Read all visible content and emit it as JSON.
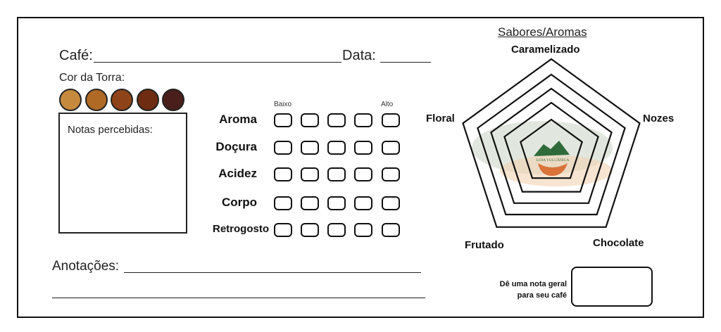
{
  "header": {
    "cafe_label": "Café:",
    "data_label": "Data:"
  },
  "roast": {
    "label": "Cor da Torra:",
    "colors": [
      "#c68a3e",
      "#b06a25",
      "#8e4418",
      "#6e2d12",
      "#4a1f1b"
    ]
  },
  "notes": {
    "label": "Notas percebidas:"
  },
  "scale": {
    "low": "Baixo",
    "high": "Alto",
    "attributes": [
      "Aroma",
      "Doçura",
      "Acidez",
      "Corpo",
      "Retrogosto"
    ],
    "levels": 5
  },
  "annotations": {
    "label": "Anotações:"
  },
  "flavors": {
    "title": "Sabores/Aromas",
    "top": "Caramelizado",
    "right": "Nozes",
    "left": "Floral",
    "bottom_left": "Frutado",
    "bottom_right": "Chocolate",
    "logo_text": "LOJA VULCÂNICA"
  },
  "score": {
    "label_line1": "Dê uma nota geral",
    "label_line2": "para seu café"
  }
}
